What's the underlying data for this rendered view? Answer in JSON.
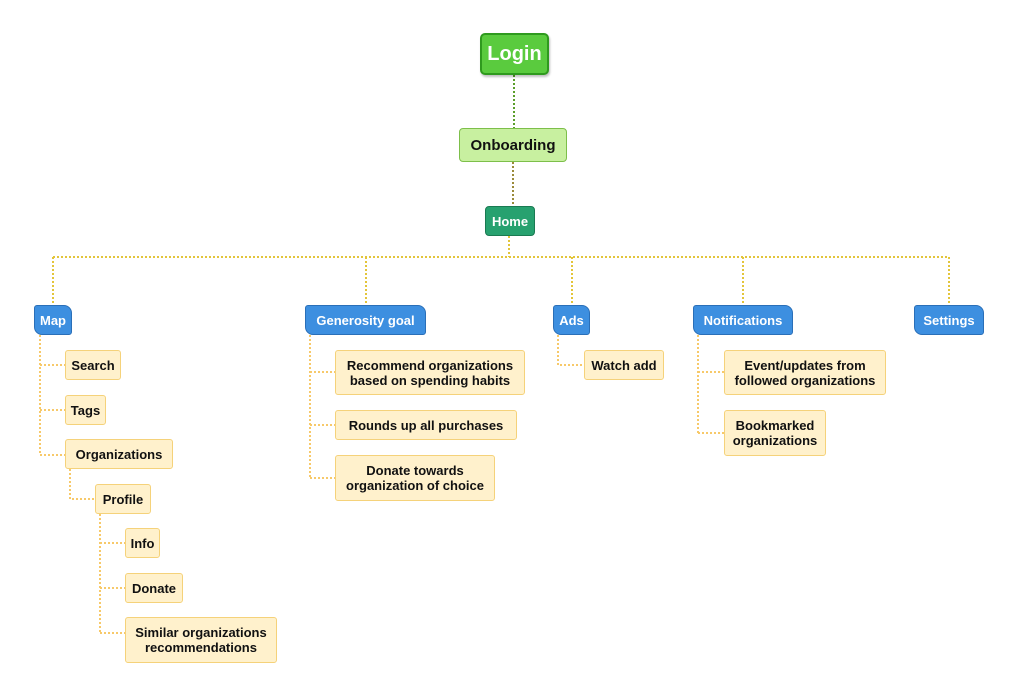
{
  "root": {
    "label": "Login"
  },
  "onboarding": {
    "label": "Onboarding"
  },
  "home": {
    "label": "Home"
  },
  "categories": {
    "map": {
      "label": "Map",
      "search": "Search",
      "tags": "Tags",
      "organizations": "Organizations",
      "profile": "Profile",
      "info": "Info",
      "donate": "Donate",
      "similar": "Similar organizations\nrecommendations"
    },
    "generosity": {
      "label": "Generosity goal",
      "recommend": "Recommend organizations\nbased on spending habits",
      "rounds": "Rounds up all purchases",
      "donate_choice": "Donate towards\norganization of choice"
    },
    "ads": {
      "label": "Ads",
      "watch": "Watch add"
    },
    "notifications": {
      "label": "Notifications",
      "events": "Event/updates from\nfollowed organizations",
      "bookmarked": "Bookmarked\norganizations"
    },
    "settings": {
      "label": "Settings"
    }
  },
  "colors": {
    "root": "#5acb3e",
    "onboarding": "#c8f0a0",
    "home": "#27a16f",
    "category": "#3d8fe0",
    "leaf": "#fff1cc",
    "connector_green": "#5a9e2a",
    "connector_gold": "#e3c53a",
    "connector_leaf": "#f7c96a"
  }
}
